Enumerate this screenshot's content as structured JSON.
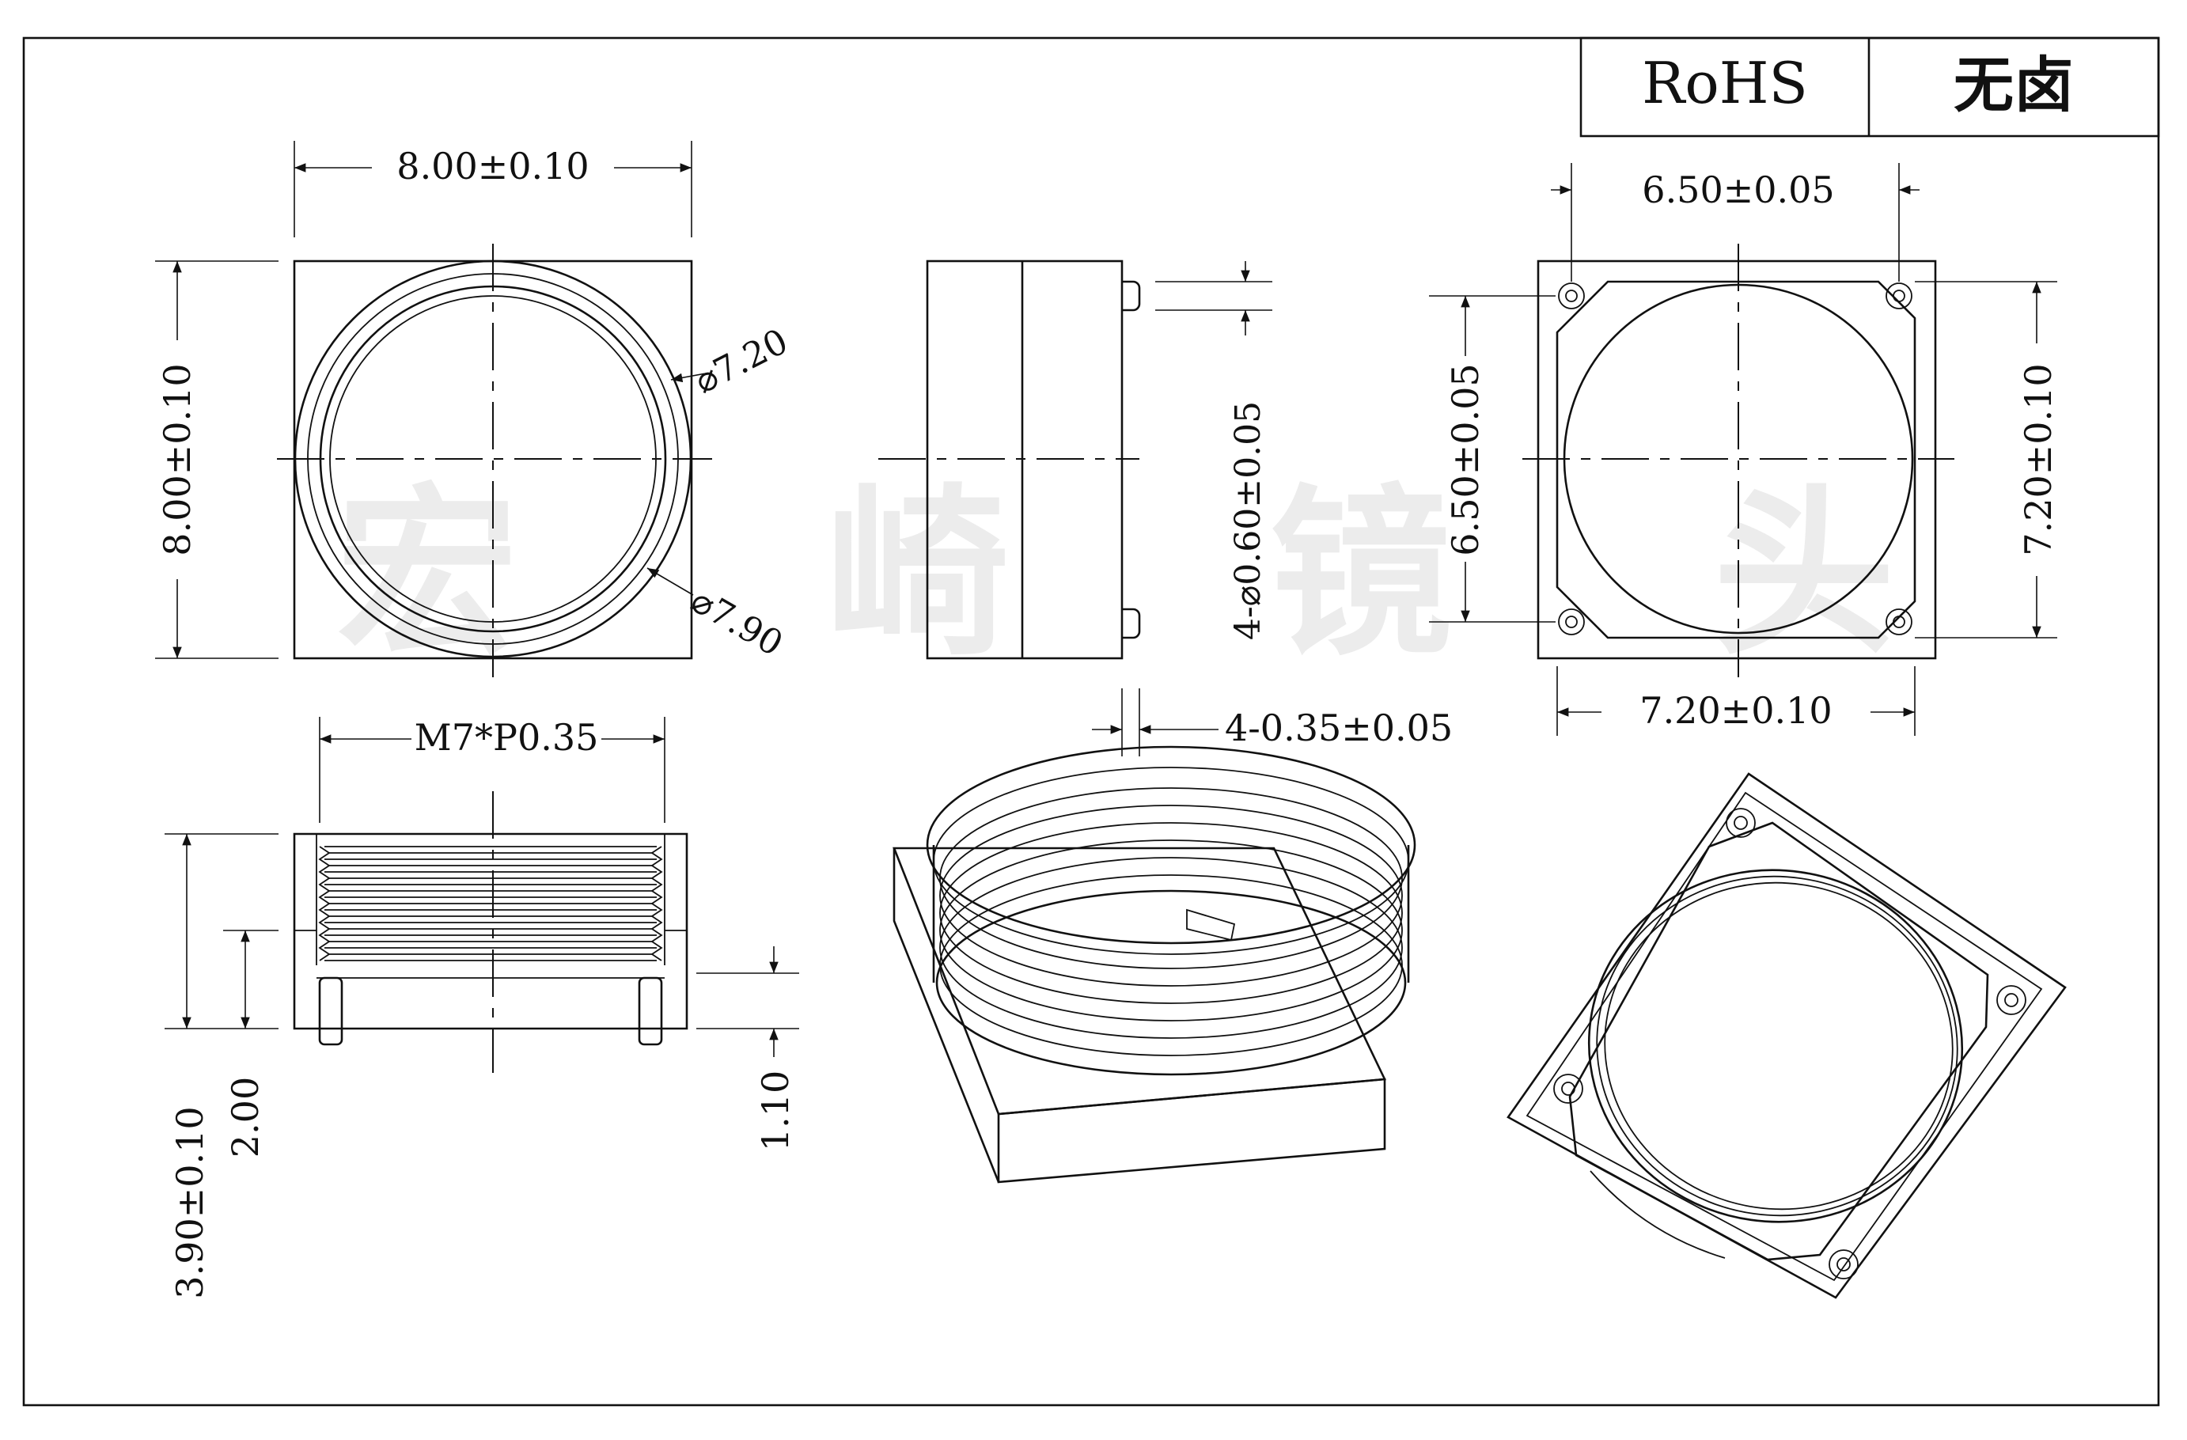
{
  "title_block": {
    "rohs": "RoHS",
    "halogen_free": "无卤"
  },
  "watermark": [
    "宏",
    "崎",
    "镜",
    "头"
  ],
  "front_view": {
    "width_dim": "8.00±0.10",
    "height_dim": "8.00±0.10",
    "inner_diameter": "⌀7.20",
    "outer_diameter": "⌀7.90"
  },
  "side_view": {
    "pin_diameter": "4-⌀0.60±0.05",
    "pin_width": "4-0.35±0.05"
  },
  "bottom_view": {
    "hole_spacing_x": "6.50±0.05",
    "hole_spacing_y": "6.50±0.05",
    "outer_width": "7.20±0.10",
    "outer_height": "7.20±0.10"
  },
  "thread_view": {
    "thread_spec": "M7*P0.35",
    "total_height": "3.90±0.10",
    "base_height": "2.00",
    "pin_height": "1.10"
  }
}
